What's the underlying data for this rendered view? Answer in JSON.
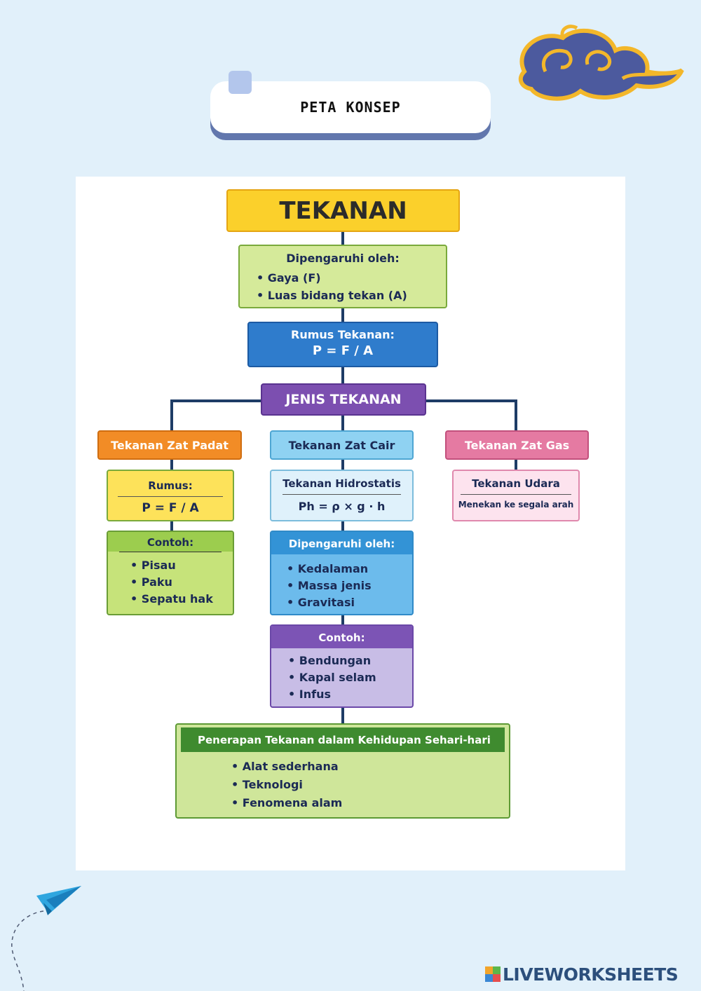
{
  "header": {
    "title": "PETA KONSEP"
  },
  "concept_map": {
    "root": "TEKANAN",
    "influenced_by": {
      "heading": "Dipengaruhi oleh:",
      "items": [
        "Gaya (F)",
        "Luas bidang tekan (A)"
      ]
    },
    "formula": {
      "heading": "Rumus Tekanan:",
      "value": "P = F / A"
    },
    "types_heading": "JENIS TEKANAN",
    "solid": {
      "heading": "Tekanan Zat Padat",
      "formula_label": "Rumus:",
      "formula_value": "P = F / A",
      "examples_heading": "Contoh:",
      "examples": [
        "Pisau",
        "Paku",
        "Sepatu hak"
      ]
    },
    "liquid": {
      "heading": "Tekanan Zat Cair",
      "hydro_label": "Tekanan Hidrostatis",
      "hydro_formula": "Ph = ρ × g · h",
      "influenced_heading": "Dipengaruhi oleh:",
      "influenced": [
        "Kedalaman",
        "Massa jenis",
        "Gravitasi"
      ],
      "examples_heading": "Contoh:",
      "examples": [
        "Bendungan",
        "Kapal selam",
        "Infus"
      ]
    },
    "gas": {
      "heading": "Tekanan Zat Gas",
      "sub_heading": "Tekanan Udara",
      "description": "Menekan ke segala arah"
    },
    "application": {
      "heading": "Penerapan Tekanan dalam Kehidupan Sehari-hari",
      "items": [
        "Alat sederhana",
        "Teknologi",
        "Fenomena alam"
      ]
    }
  },
  "footer": {
    "brand": "LIVEWORKSHEETS"
  },
  "colors": {
    "background": "#e1f0fa",
    "root": "#fbd02b",
    "formula": "#2f7ccc",
    "types": "#7c4fb0",
    "solid": "#f28c26",
    "liquid": "#8fd2f2",
    "gas": "#e57aa2",
    "application": "#3f8b2f"
  }
}
